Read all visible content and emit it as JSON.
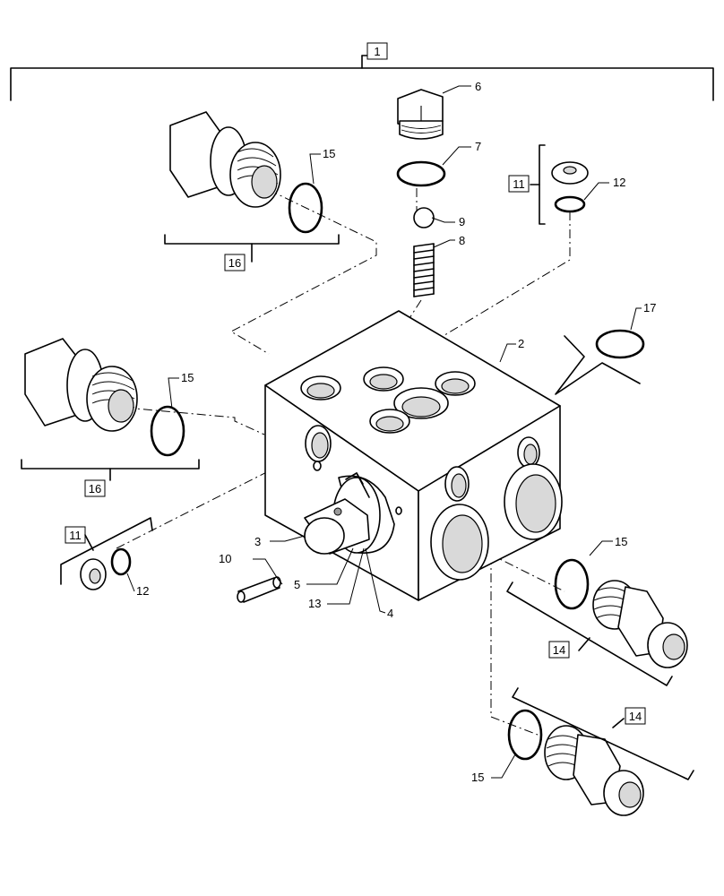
{
  "callouts": {
    "c1": "1",
    "c2": "2",
    "c3": "3",
    "c4": "4",
    "c5": "5",
    "c6": "6",
    "c7": "7",
    "c8": "8",
    "c9": "9",
    "c10": "10",
    "c11a": "11",
    "c11b": "11",
    "c12a": "12",
    "c12b": "12",
    "c13": "13",
    "c14a": "14",
    "c14b": "14",
    "c15a": "15",
    "c15b": "15",
    "c15c": "15",
    "c15d": "15",
    "c16a": "16",
    "c16b": "16",
    "c17": "17"
  }
}
